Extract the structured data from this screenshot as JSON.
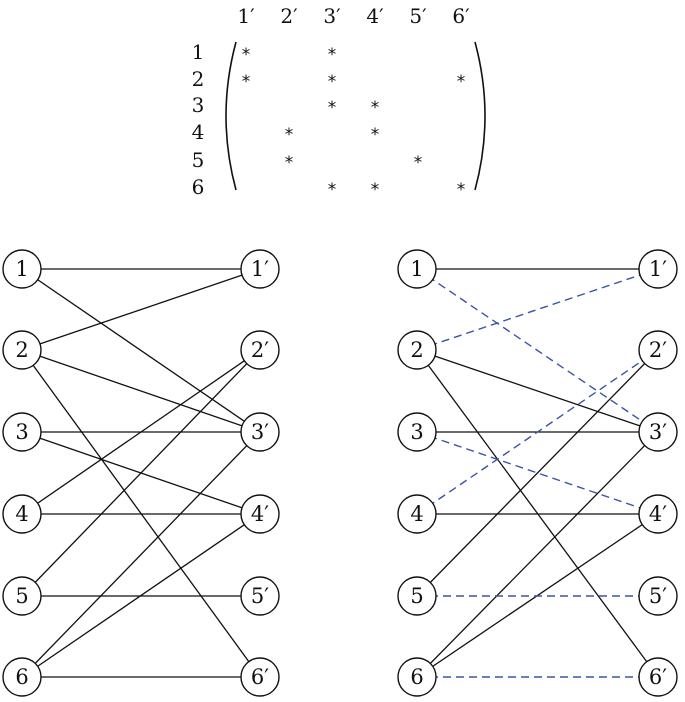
{
  "colors": {
    "ink": "#111111",
    "matched": "#3a55a4"
  },
  "matrix": {
    "col_labels": [
      "1′",
      "2′",
      "3′",
      "4′",
      "5′",
      "6′"
    ],
    "row_labels": [
      "1",
      "2",
      "3",
      "4",
      "5",
      "6"
    ],
    "symbol": "*",
    "entries": [
      {
        "row": 1,
        "col": 1,
        "matched": false
      },
      {
        "row": 1,
        "col": 3,
        "matched": true
      },
      {
        "row": 2,
        "col": 1,
        "matched": true
      },
      {
        "row": 2,
        "col": 3,
        "matched": false
      },
      {
        "row": 2,
        "col": 6,
        "matched": false
      },
      {
        "row": 3,
        "col": 3,
        "matched": false
      },
      {
        "row": 3,
        "col": 4,
        "matched": true
      },
      {
        "row": 4,
        "col": 2,
        "matched": true
      },
      {
        "row": 4,
        "col": 4,
        "matched": false
      },
      {
        "row": 5,
        "col": 2,
        "matched": false
      },
      {
        "row": 5,
        "col": 5,
        "matched": true
      },
      {
        "row": 6,
        "col": 3,
        "matched": false
      },
      {
        "row": 6,
        "col": 4,
        "matched": false
      },
      {
        "row": 6,
        "col": 6,
        "matched": true
      }
    ]
  },
  "graphs": {
    "left_nodes": [
      "1",
      "2",
      "3",
      "4",
      "5",
      "6"
    ],
    "right_nodes": [
      "1′",
      "2′",
      "3′",
      "4′",
      "5′",
      "6′"
    ],
    "edges": [
      [
        1,
        1
      ],
      [
        1,
        3
      ],
      [
        2,
        1
      ],
      [
        2,
        3
      ],
      [
        2,
        6
      ],
      [
        3,
        3
      ],
      [
        3,
        4
      ],
      [
        4,
        2
      ],
      [
        4,
        4
      ],
      [
        5,
        2
      ],
      [
        5,
        5
      ],
      [
        6,
        3
      ],
      [
        6,
        4
      ],
      [
        6,
        6
      ]
    ],
    "matching": [
      [
        1,
        3
      ],
      [
        2,
        1
      ],
      [
        3,
        4
      ],
      [
        4,
        2
      ],
      [
        5,
        5
      ],
      [
        6,
        6
      ]
    ]
  }
}
